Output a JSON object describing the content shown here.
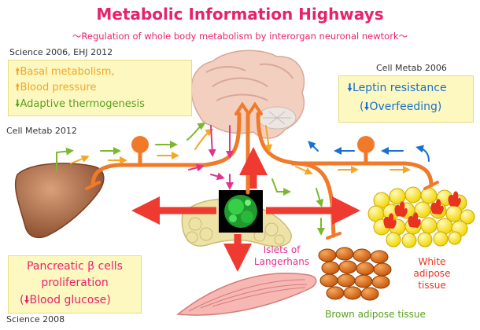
{
  "title": "Metabolic Information Highways",
  "subtitle": "〜Regulation of whole body metabolism by interorgan neuronal newtork〜",
  "citations": {
    "science_ehj": "Science 2006, EHJ 2012",
    "cell_metab_2012": "Cell Metab 2012",
    "cell_metab_2006": "Cell Metab 2006",
    "science_2008": "Science 2008"
  },
  "liver_box": {
    "rows": [
      {
        "text": "Basal metabolism,",
        "direction": "up",
        "color": "#f5a623"
      },
      {
        "text": "Blood pressure",
        "direction": "up",
        "color": "#f5a623"
      },
      {
        "text": "Adaptive thermogenesis",
        "direction": "down",
        "color": "#7cb82f"
      }
    ]
  },
  "leptin_box": {
    "line1": "Leptin resistance",
    "line2_open": "(",
    "line2": "Overfeeding)",
    "color": "#1a6fd1"
  },
  "pancreas_box": {
    "line1": "Pancreatic β cells",
    "line2": "proliferation",
    "line3_open": "(",
    "line3": "Blood glucose)",
    "color": "#e8226a"
  },
  "labels": {
    "islets": "Islets of\nLangerhans",
    "wat": "White\nadipose\ntissue",
    "bat": "Brown adipose tissue"
  },
  "colors": {
    "title": "#e8226a",
    "nerve": "#f07a2a",
    "signal_red": "#ee3a30",
    "arrow_orange": "#f5a623",
    "arrow_green": "#7cb82f",
    "arrow_pink": "#e0338c",
    "arrow_blue": "#1a6fd1",
    "box_fill": "#fdf8c0"
  }
}
